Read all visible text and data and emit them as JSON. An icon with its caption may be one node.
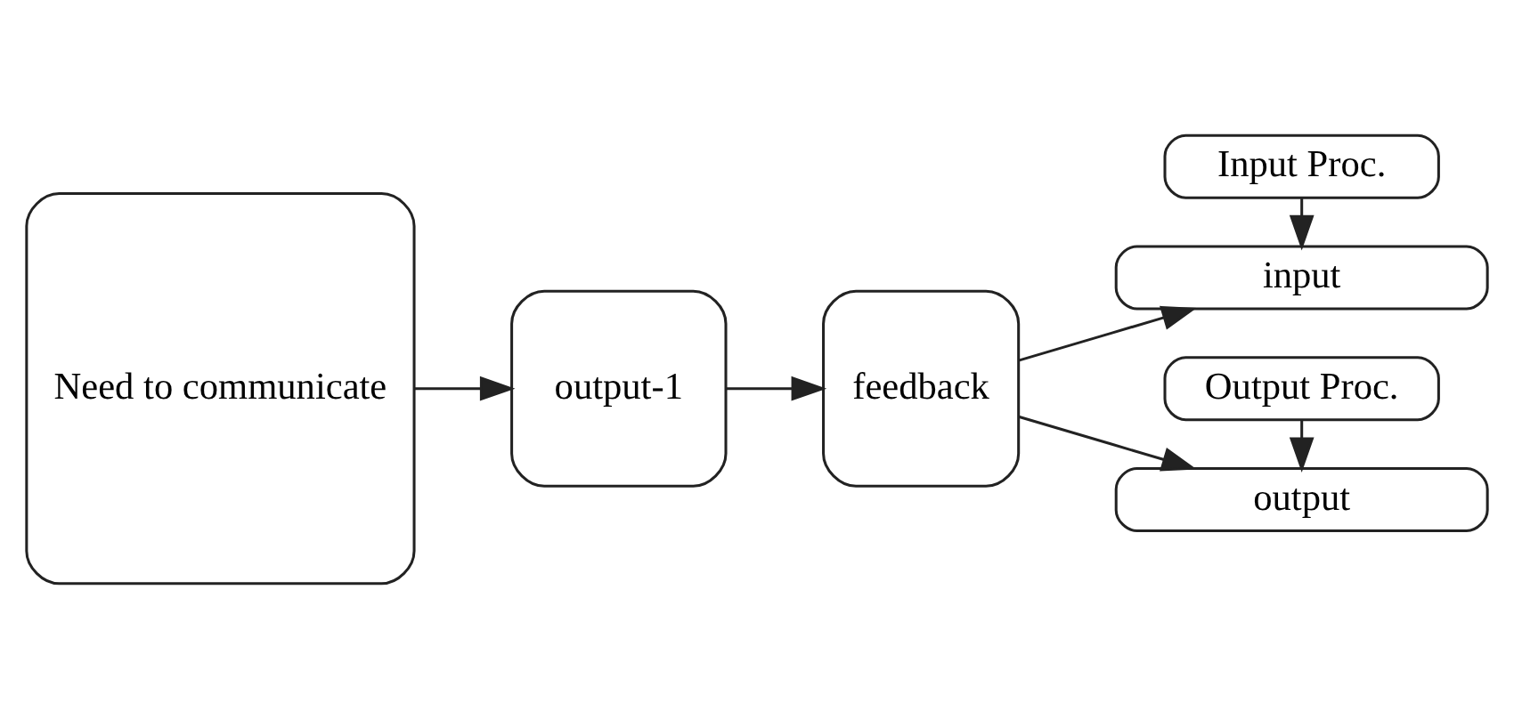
{
  "diagram": {
    "nodes": [
      {
        "text": [
          "Need to communicate"
        ]
      },
      {
        "text": [
          "output-1"
        ]
      },
      {
        "text": [
          "feedback"
        ]
      },
      {
        "text": [
          "Input Proc."
        ]
      },
      {
        "text": [
          "input"
        ]
      },
      {
        "text": [
          "output"
        ]
      },
      {
        "text": [
          "Output Proc."
        ]
      }
    ],
    "edges": [
      {
        "from": 0,
        "to": 1,
        "arrow": "to"
      },
      {
        "from": 1,
        "to": 2,
        "arrow": "to"
      },
      {
        "from": 2,
        "to": 4,
        "arrow": "to"
      },
      {
        "from": 2,
        "to": 5,
        "arrow": "to"
      },
      {
        "from": 3,
        "to": 4,
        "arrow": "to"
      },
      {
        "from": 6,
        "to": 5,
        "arrow": "to"
      }
    ]
  }
}
